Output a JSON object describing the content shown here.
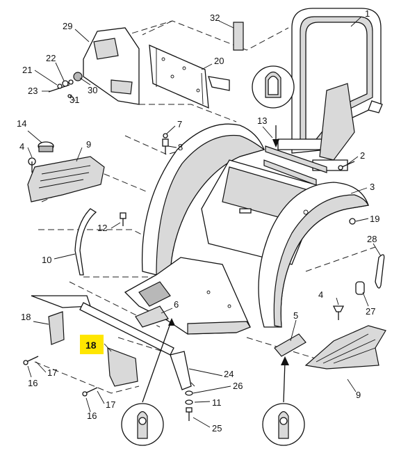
{
  "callouts": [
    {
      "id": "c1",
      "text": "1"
    },
    {
      "id": "c2",
      "text": "2"
    },
    {
      "id": "c3",
      "text": "3"
    },
    {
      "id": "c4a",
      "text": "4"
    },
    {
      "id": "c4b",
      "text": "4"
    },
    {
      "id": "c5",
      "text": "5"
    },
    {
      "id": "c6",
      "text": "6"
    },
    {
      "id": "c7",
      "text": "7"
    },
    {
      "id": "c8",
      "text": "8"
    },
    {
      "id": "c9a",
      "text": "9"
    },
    {
      "id": "c9b",
      "text": "9"
    },
    {
      "id": "c10",
      "text": "10"
    },
    {
      "id": "c11",
      "text": "11"
    },
    {
      "id": "c12",
      "text": "12"
    },
    {
      "id": "c13",
      "text": "13"
    },
    {
      "id": "c14",
      "text": "14"
    },
    {
      "id": "c16a",
      "text": "16"
    },
    {
      "id": "c16b",
      "text": "16"
    },
    {
      "id": "c17a",
      "text": "17"
    },
    {
      "id": "c17b",
      "text": "17"
    },
    {
      "id": "c18a",
      "text": "18"
    },
    {
      "id": "c19",
      "text": "19"
    },
    {
      "id": "c20",
      "text": "20"
    },
    {
      "id": "c21",
      "text": "21"
    },
    {
      "id": "c22",
      "text": "22"
    },
    {
      "id": "c23",
      "text": "23"
    },
    {
      "id": "c24",
      "text": "24"
    },
    {
      "id": "c25",
      "text": "25"
    },
    {
      "id": "c26",
      "text": "26"
    },
    {
      "id": "c27",
      "text": "27"
    },
    {
      "id": "c28",
      "text": "28"
    },
    {
      "id": "c29",
      "text": "29"
    },
    {
      "id": "c30",
      "text": "30"
    },
    {
      "id": "c31",
      "text": "31"
    },
    {
      "id": "c32",
      "text": "32"
    }
  ],
  "highlighted_callout": {
    "text": "18",
    "color": "#ffe600"
  }
}
